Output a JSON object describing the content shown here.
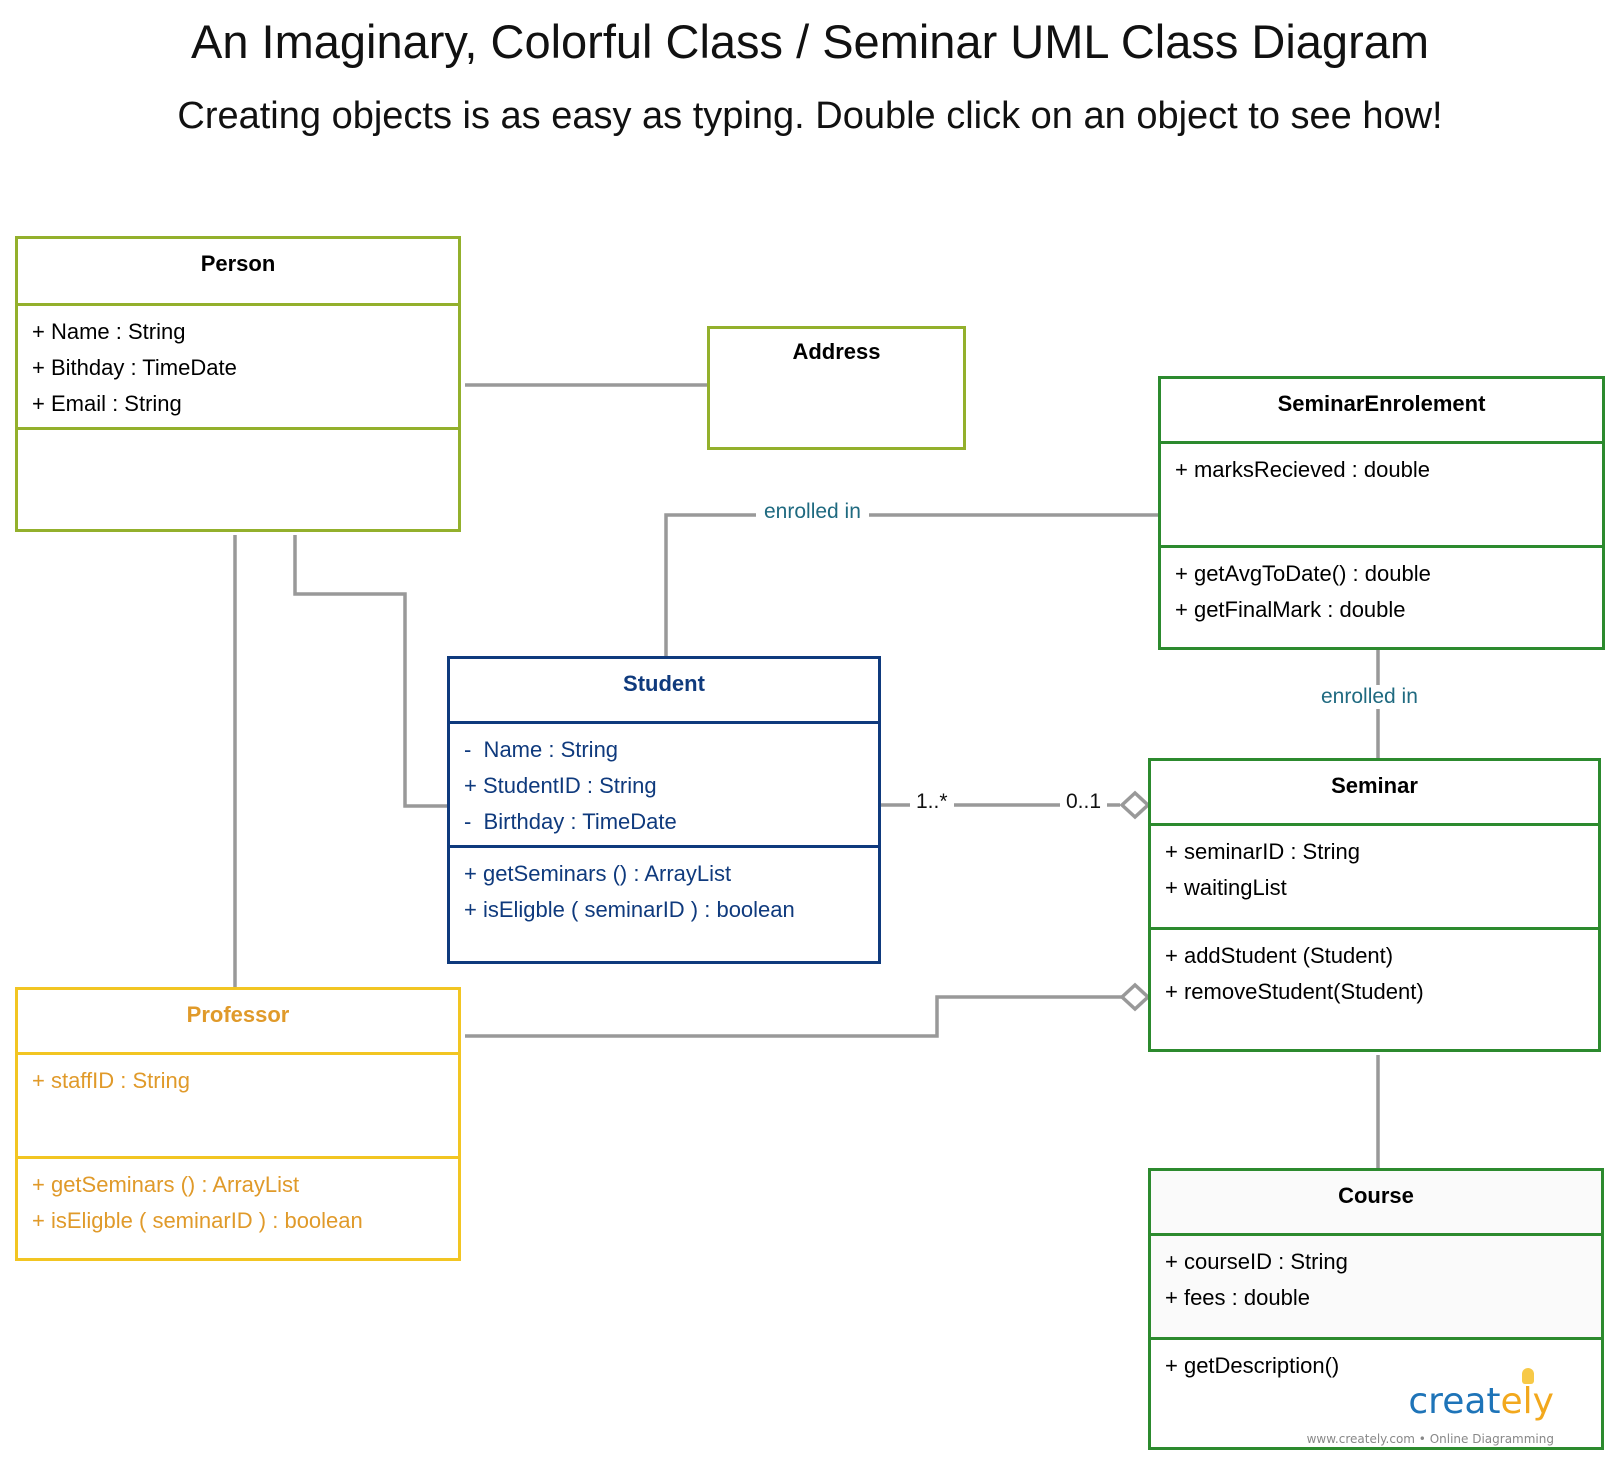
{
  "title": "An Imaginary, Colorful Class / Seminar UML Class Diagram",
  "subtitle": "Creating objects is as easy as typing. Double click on an object to see how!",
  "colors": {
    "person_address": "#93b02c",
    "student": "#0f3a7d",
    "professor_border": "#f2c522",
    "professor_text": "#e09a2a",
    "seminar_group": "#2c8a2e",
    "connector": "#999999",
    "label_text": "#1f6a80"
  },
  "classes": {
    "person": {
      "name": "Person",
      "attributes": [
        "+ Name : String",
        "+ Bithday : TimeDate",
        "+ Email : String"
      ],
      "operations": []
    },
    "address": {
      "name": "Address"
    },
    "seminar_enrolement": {
      "name": "SeminarEnrolement",
      "attributes": [
        "+ marksRecieved : double"
      ],
      "operations": [
        "+ getAvgToDate() : double",
        "+ getFinalMark : double"
      ]
    },
    "student": {
      "name": "Student",
      "attributes": [
        "-  Name : String",
        "+ StudentID : String",
        "-  Birthday : TimeDate"
      ],
      "operations": [
        "+ getSeminars () : ArrayList",
        "+ isEligble ( seminarID ) : boolean"
      ]
    },
    "seminar": {
      "name": "Seminar",
      "attributes": [
        "+ seminarID : String",
        "+ waitingList"
      ],
      "operations": [
        "+ addStudent (Student)",
        "+ removeStudent(Student)"
      ]
    },
    "professor": {
      "name": "Professor",
      "attributes": [
        "+ staffID : String"
      ],
      "operations": [
        "+ getSeminars () : ArrayList",
        "+ isEligble ( seminarID ) : boolean"
      ]
    },
    "course": {
      "name": "Course",
      "attributes": [
        "+ courseID : String",
        "+ fees : double"
      ],
      "operations": [
        "+ getDescription()"
      ]
    }
  },
  "relationships": {
    "student_enrolement_label": "enrolled in",
    "enrolement_seminar_label": "enrolled in",
    "student_multiplicity": "1..*",
    "seminar_multiplicity": "0..1"
  },
  "watermark": {
    "logo_main": "creat",
    "logo_end": "ely",
    "tagline": "www.creately.com • Online Diagramming"
  }
}
